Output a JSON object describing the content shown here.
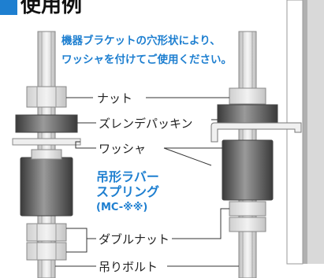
{
  "heading": {
    "text": "使用例",
    "accent": "#1e7fd0"
  },
  "note": {
    "line1": "機器ブラケットの穴形状により、",
    "line2": "ワッシャを付けてご使用ください。"
  },
  "labels": {
    "nut": "ナット",
    "packing": "ズレンデパッキン",
    "washer": "ワッシャ",
    "spring_line1": "吊形ラバー",
    "spring_line2": "スプリング",
    "spring_model": "(MC-※※)",
    "double_nut": "ダブルナット",
    "bolt": "吊りボルト"
  },
  "colors": {
    "accent": "#1e7fd0",
    "wall": "#d9d9d9",
    "wall_edge": "#9a9a9a",
    "metal": "#e6e6e6",
    "rubber": "#555555"
  }
}
